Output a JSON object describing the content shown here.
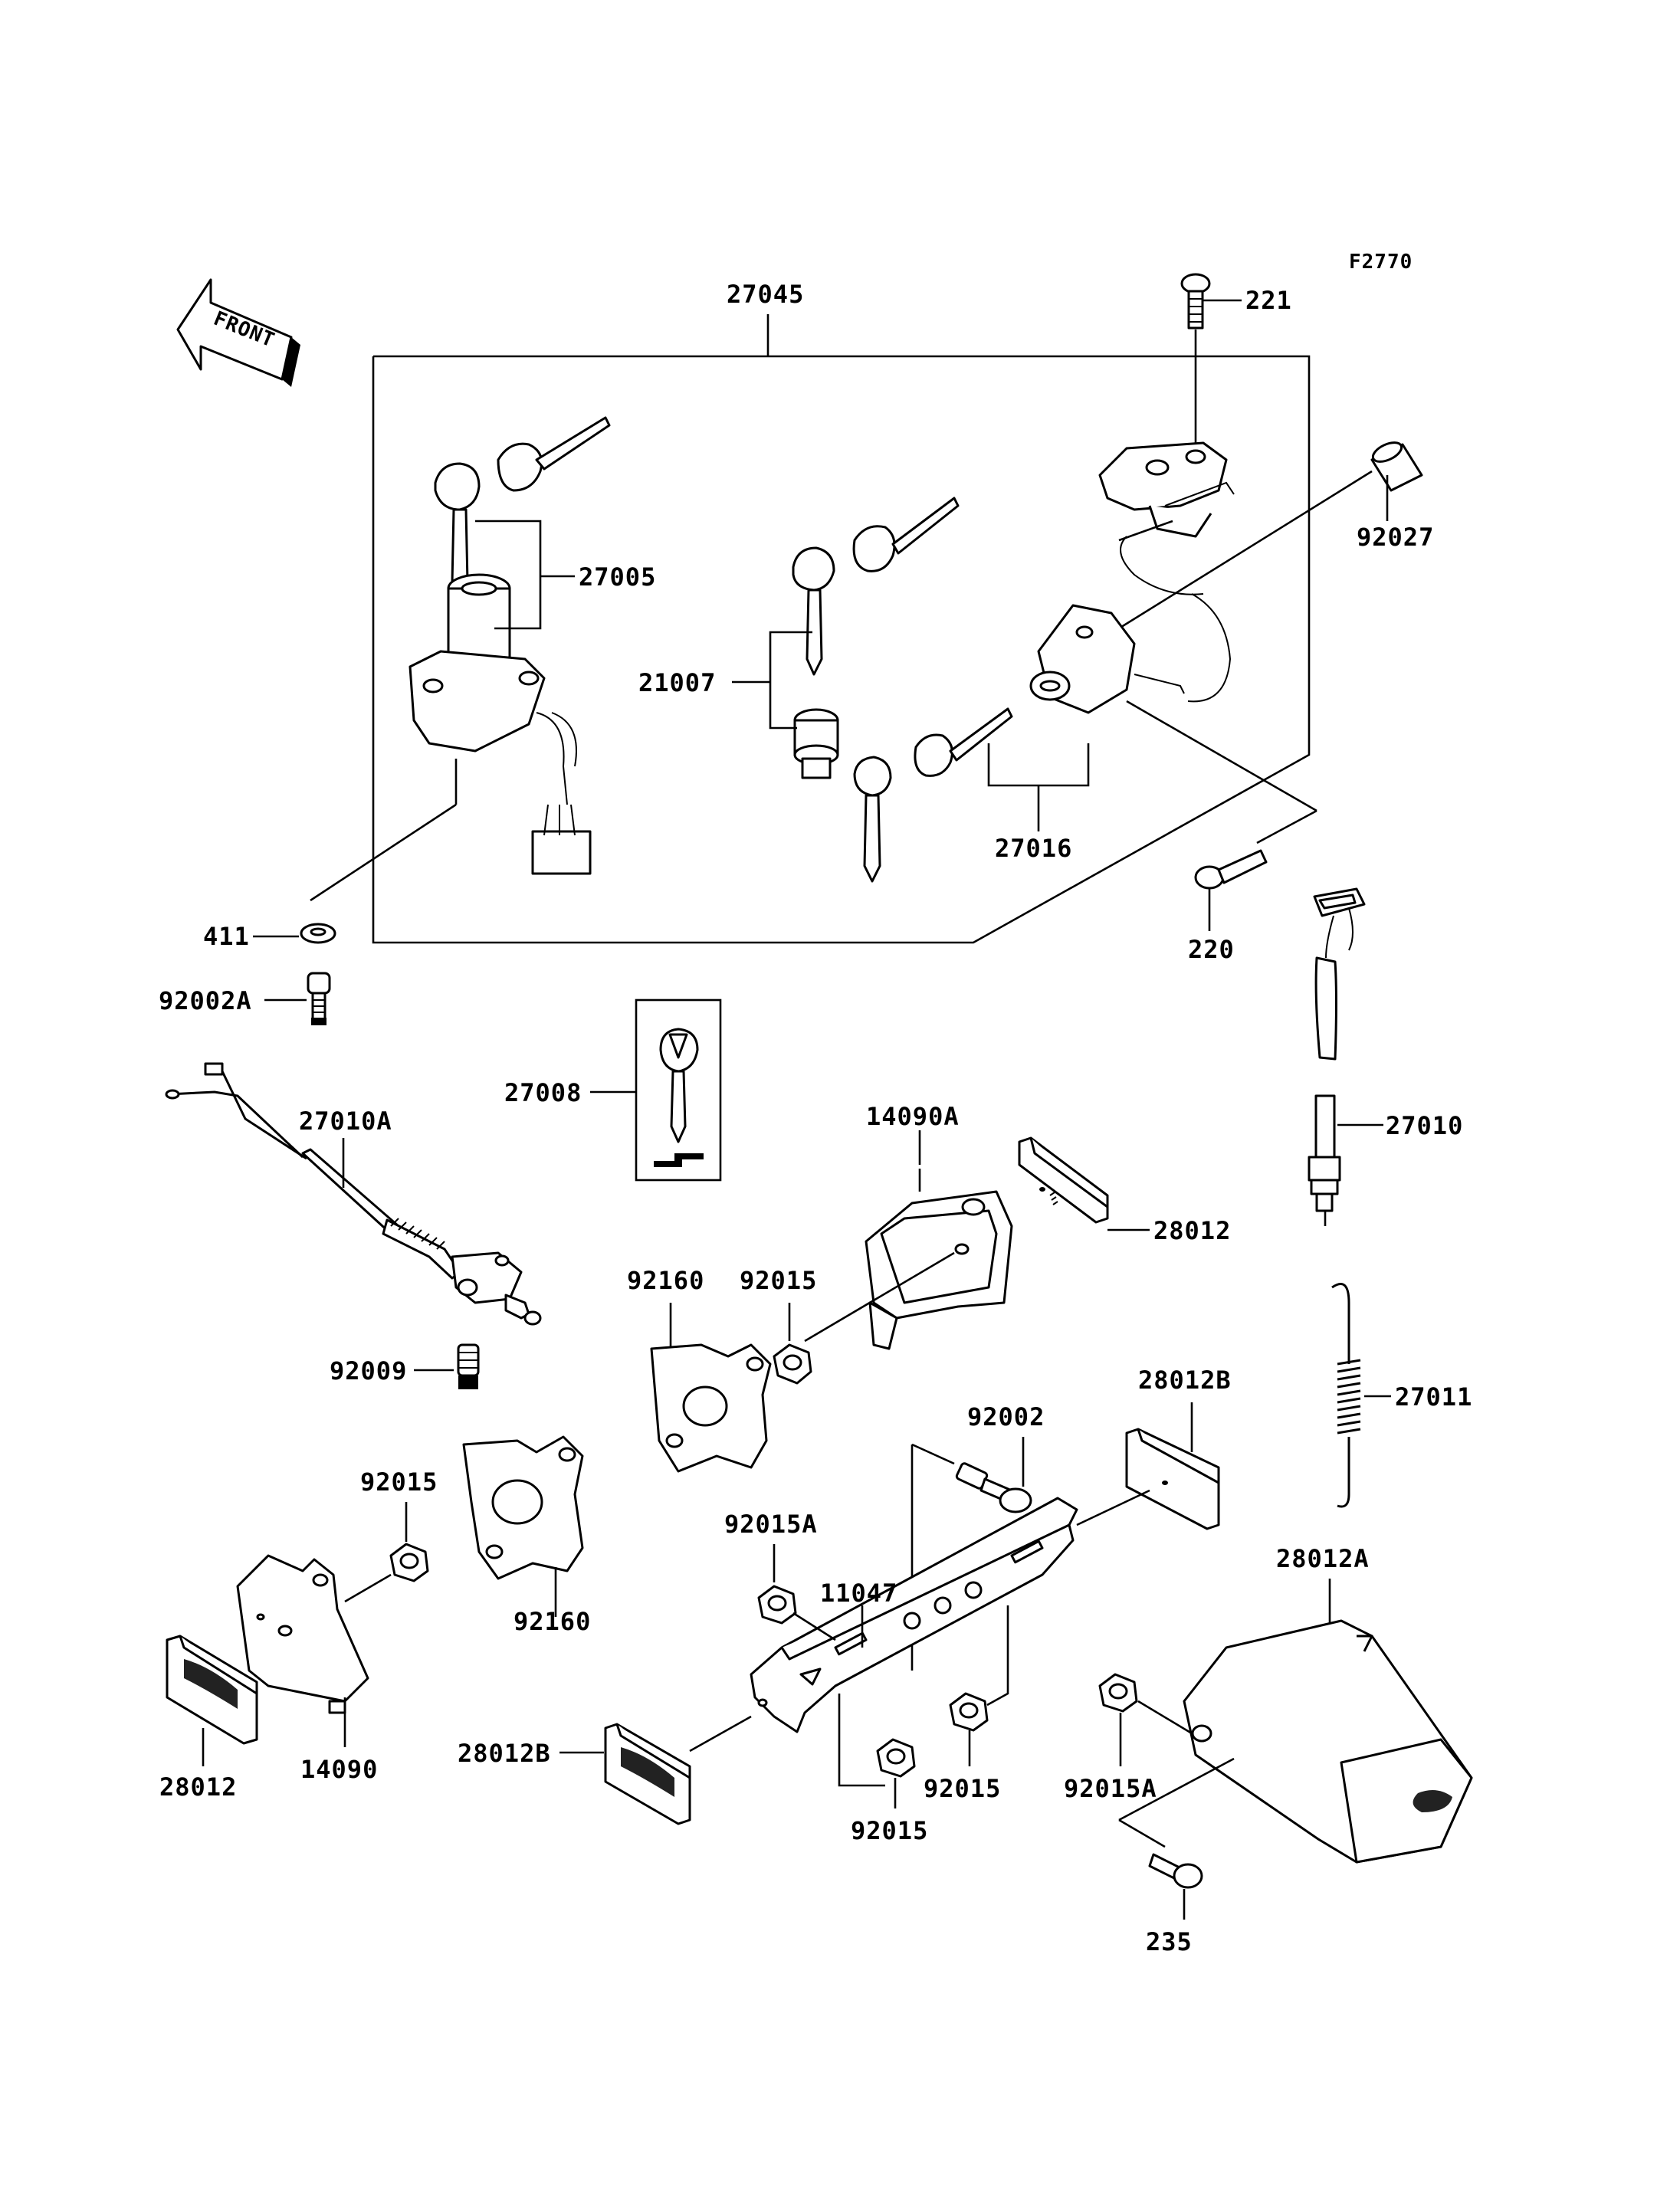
{
  "figure_code": "F2770",
  "front_arrow": {
    "label": "FRONT"
  },
  "labels": {
    "p27045": "27045",
    "p221": "221",
    "p92027": "92027",
    "p27005": "27005",
    "p21007": "21007",
    "p27016": "27016",
    "p220": "220",
    "p411": "411",
    "p92002A": "92002A",
    "p27008": "27008",
    "p27010A": "27010A",
    "p14090A": "14090A",
    "p27010": "27010",
    "p28012_top": "28012",
    "p92160_upper": "92160",
    "p92015_upper": "92015",
    "p92009": "92009",
    "p27011": "27011",
    "p28012B_right": "28012B",
    "p92002": "92002",
    "p92015_left": "92015",
    "p92015A_mid": "92015A",
    "p11047": "11047",
    "p28012A": "28012A",
    "p92160_lower": "92160",
    "p14090": "14090",
    "p28012_bottom": "28012",
    "p28012B_left": "28012B",
    "p92015_right": "92015",
    "p92015A_right": "92015A",
    "p92015_bottom": "92015",
    "p235": "235"
  }
}
